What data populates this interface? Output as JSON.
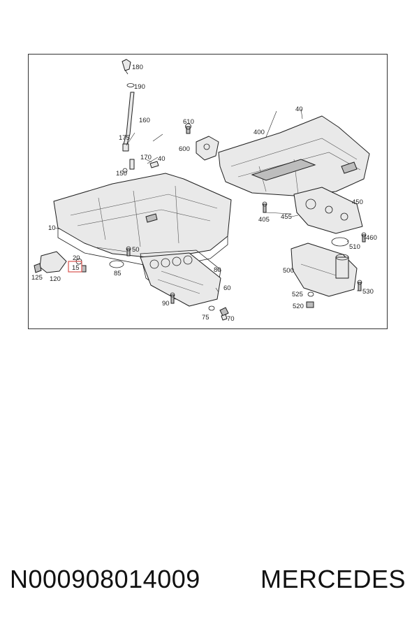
{
  "diagram": {
    "callouts": {
      "c180": "180",
      "c190": "190",
      "c160": "160",
      "c610": "610",
      "c600": "600",
      "c40a": "40",
      "c40b": "40",
      "c400": "400",
      "c175": "175",
      "c170": "170",
      "c150": "150",
      "c450": "450",
      "c405": "405",
      "c455": "455",
      "c460": "460",
      "c510": "510",
      "c10": "10",
      "c50": "50",
      "c20": "20",
      "c15": "15",
      "c125": "125",
      "c120": "120",
      "c85": "85",
      "c80": "80",
      "c60": "60",
      "c500": "500",
      "c530": "530",
      "c525": "525",
      "c520": "520",
      "c90": "90",
      "c75": "75",
      "c70": "70"
    },
    "highlighted_callout": "15",
    "highlight_color": "#d9534f"
  },
  "footer": {
    "part_number": "N000908014009",
    "brand": "MERCEDES"
  }
}
